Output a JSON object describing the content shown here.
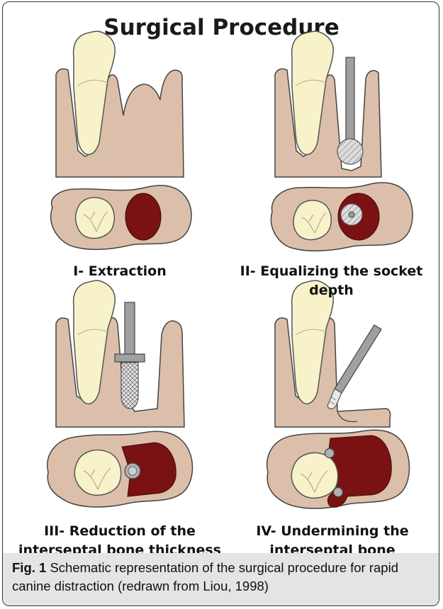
{
  "title": "Surgical Procedure",
  "panels": [
    {
      "label_lines": [
        "I- Extraction"
      ]
    },
    {
      "label_lines": [
        "II- Equalizing the socket depth"
      ]
    },
    {
      "label_lines": [
        "III- Reduction of the",
        "interseptal bone thickness"
      ]
    },
    {
      "label_lines": [
        "IV- Undermining the",
        "interseptal bone"
      ]
    }
  ],
  "caption": {
    "label": "Fig. 1",
    "text": "Schematic representation of the surgical procedure for rapid canine distraction (redrawn from Liou, 1998)"
  },
  "colors": {
    "bone": "#dcbfaa",
    "bone_outline": "#444444",
    "tooth": "#f7f2c9",
    "socket": "#7a1214",
    "instrument": "#a0a0a0"
  }
}
